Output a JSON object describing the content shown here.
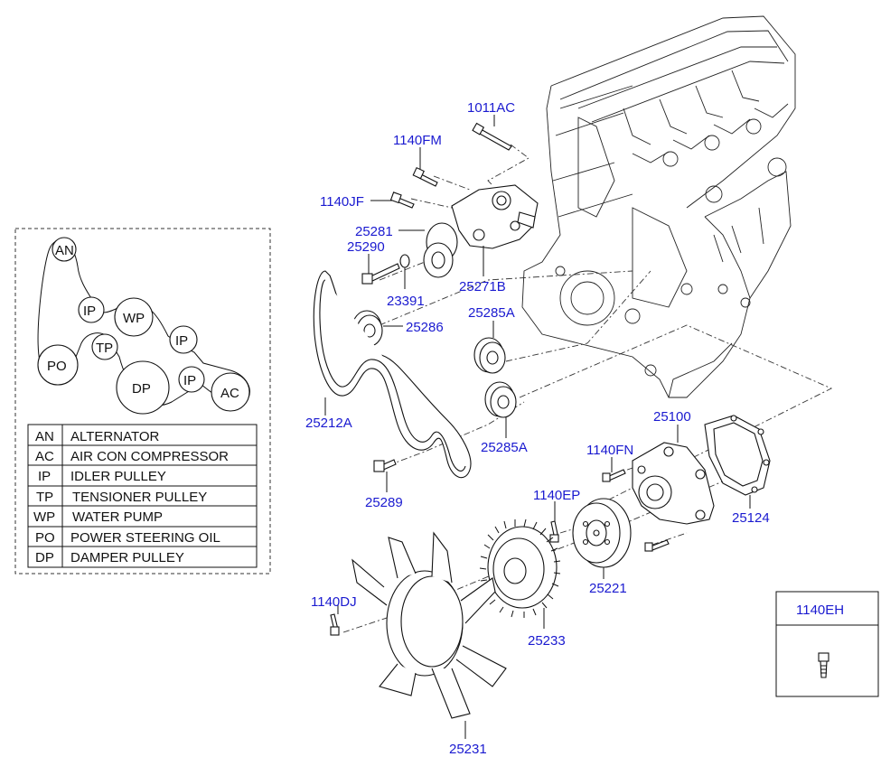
{
  "parts": [
    {
      "id": "p1011AC",
      "label": "1011AC"
    },
    {
      "id": "p1140FM",
      "label": "1140FM"
    },
    {
      "id": "p1140JF",
      "label": "1140JF"
    },
    {
      "id": "p25281",
      "label": "25281"
    },
    {
      "id": "p25290",
      "label": "25290"
    },
    {
      "id": "p23391",
      "label": "23391"
    },
    {
      "id": "p25271B",
      "label": "25271B"
    },
    {
      "id": "p25286",
      "label": "25286"
    },
    {
      "id": "p25285A_top",
      "label": "25285A"
    },
    {
      "id": "p25285A_bot",
      "label": "25285A"
    },
    {
      "id": "p25212A",
      "label": "25212A"
    },
    {
      "id": "p25289",
      "label": "25289"
    },
    {
      "id": "p25100",
      "label": "25100"
    },
    {
      "id": "p1140FN",
      "label": "1140FN"
    },
    {
      "id": "p25124",
      "label": "25124"
    },
    {
      "id": "p1140EP",
      "label": "1140EP"
    },
    {
      "id": "p25221",
      "label": "25221"
    },
    {
      "id": "p1140DJ",
      "label": "1140DJ"
    },
    {
      "id": "p25233",
      "label": "25233"
    },
    {
      "id": "p25231",
      "label": "25231"
    }
  ],
  "belt_routing": {
    "pulleys": [
      {
        "code": "AN"
      },
      {
        "code": "IP"
      },
      {
        "code": "WP"
      },
      {
        "code": "IP"
      },
      {
        "code": "TP"
      },
      {
        "code": "PO"
      },
      {
        "code": "DP"
      },
      {
        "code": "IP"
      },
      {
        "code": "AC"
      }
    ]
  },
  "legend": [
    {
      "code": "AN",
      "name": "ALTERNATOR"
    },
    {
      "code": "AC",
      "name": "AIR CON COMPRESSOR"
    },
    {
      "code": "IP",
      "name": "IDLER PULLEY"
    },
    {
      "code": "TP",
      "name": "TENSIONER PULLEY"
    },
    {
      "code": "WP",
      "name": "WATER PUMP"
    },
    {
      "code": "PO",
      "name": "POWER STEERING OIL"
    },
    {
      "code": "DP",
      "name": "DAMPER PULLEY"
    }
  ],
  "callout_box": {
    "label": "1140EH"
  }
}
